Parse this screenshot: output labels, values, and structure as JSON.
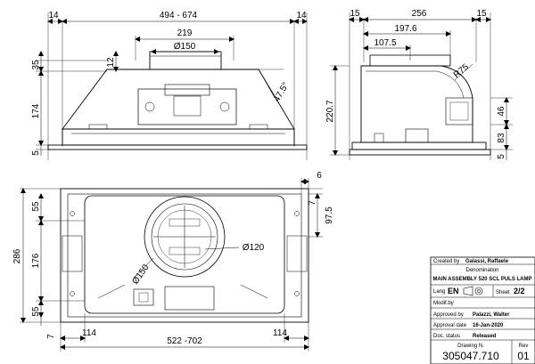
{
  "dimensions": {
    "front": {
      "margin_left": "14",
      "margin_right": "14",
      "width_range": "494 - 674",
      "top_width": "219",
      "duct_diameter": "Ø150",
      "h_35": "35",
      "h_12": "12",
      "h_174": "174",
      "h_5": "5",
      "angle": "47.5°"
    },
    "side": {
      "margin_left": "15",
      "width": "256",
      "margin_right": "15",
      "w_197_6": "197.6",
      "w_107_5": "107.5",
      "radius": "R75",
      "height": "220.7",
      "h_46": "46",
      "h_5": "5",
      "h_83": "83"
    },
    "bottom": {
      "h_6": "6",
      "h_7": "7",
      "h_97_5": "97.5",
      "h_286": "286",
      "h_55_top": "55",
      "h_176": "176",
      "h_55_bottom": "55",
      "h_7_bottom": "7",
      "w_114_left": "114",
      "w_114_right": "114",
      "width_range": "522 -702",
      "diameter_120": "Ø120",
      "diameter_150": "Ø150"
    }
  },
  "title_block": {
    "created_by": "Created by",
    "creator": "Galassi, Raffaele",
    "denomination_label": "Denomination",
    "denomination": "MAIN ASSEMBLY 520 SCL PULS LAMP",
    "lang_label": "Lang",
    "lang": "EN",
    "sheet_label": "Sheet",
    "sheet": "2/2",
    "modif_label": "Modif.by",
    "approved_by_label": "Approved by",
    "approved_by": "Palazzi, Walter",
    "approval_date_label": "Approval date",
    "approval_date": "16-Jan-2020",
    "doc_status_label": "Doc. status",
    "doc_status": "Released",
    "drawing_no_label": "Drawing N.",
    "drawing_no": "305047.710",
    "rev_label": "Rev",
    "rev": "01"
  }
}
